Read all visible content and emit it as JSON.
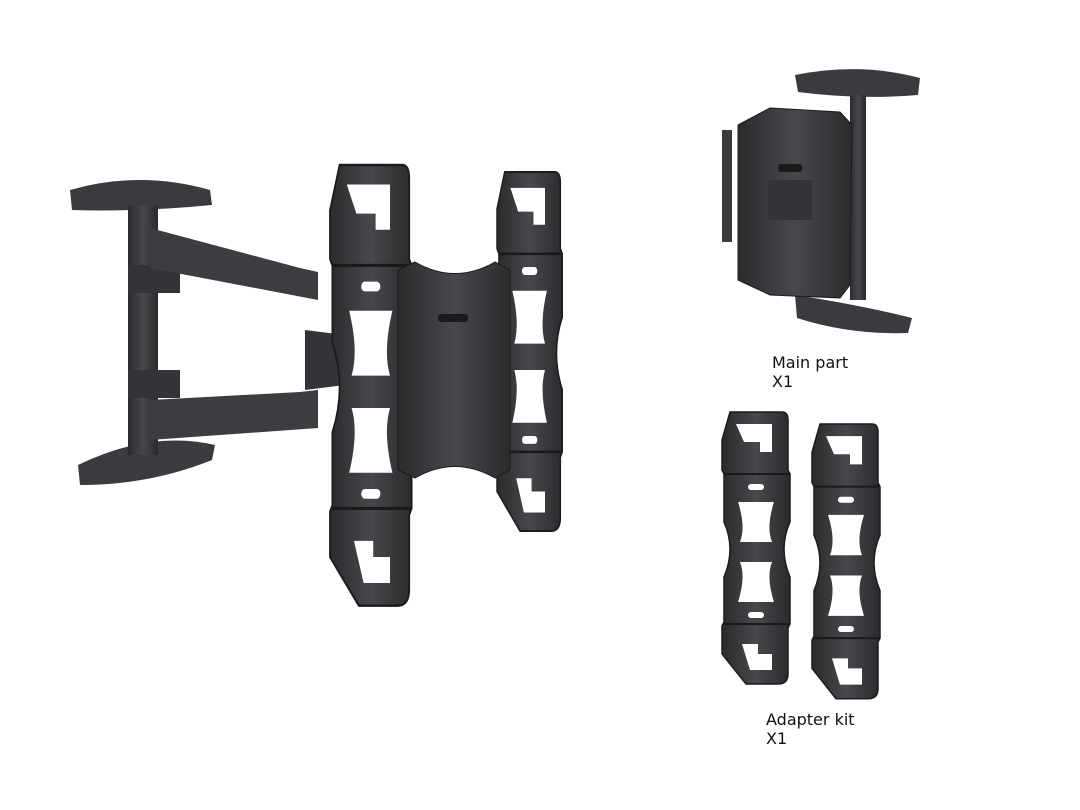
{
  "colors": {
    "metal_dark": "#2b2c2e",
    "metal_mid": "#3d3e41",
    "metal_light": "#55575b",
    "background": "#ffffff"
  },
  "captions": {
    "main_part": {
      "name": "Main part",
      "quantity": "X1"
    },
    "adapter_kit": {
      "name": "Adapter kit",
      "quantity": "X1"
    }
  }
}
